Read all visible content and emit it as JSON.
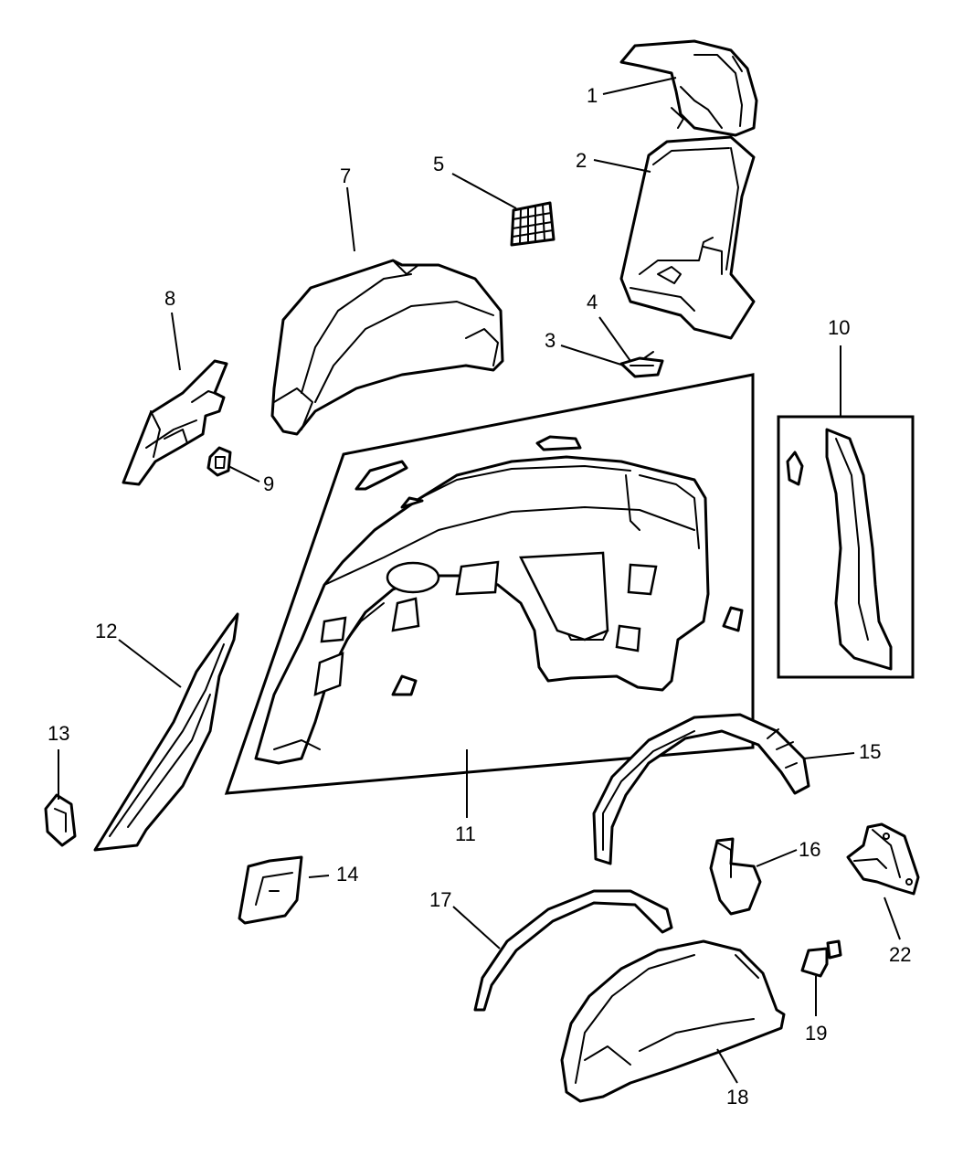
{
  "diagram": {
    "callouts": [
      {
        "id": "1",
        "label": "1"
      },
      {
        "id": "2",
        "label": "2"
      },
      {
        "id": "3",
        "label": "3"
      },
      {
        "id": "4",
        "label": "4"
      },
      {
        "id": "5",
        "label": "5"
      },
      {
        "id": "7",
        "label": "7"
      },
      {
        "id": "8",
        "label": "8"
      },
      {
        "id": "9",
        "label": "9"
      },
      {
        "id": "10",
        "label": "10"
      },
      {
        "id": "11",
        "label": "11"
      },
      {
        "id": "12",
        "label": "12"
      },
      {
        "id": "13",
        "label": "13"
      },
      {
        "id": "14",
        "label": "14"
      },
      {
        "id": "15",
        "label": "15"
      },
      {
        "id": "16",
        "label": "16"
      },
      {
        "id": "17",
        "label": "17"
      },
      {
        "id": "18",
        "label": "18"
      },
      {
        "id": "19",
        "label": "19"
      },
      {
        "id": "22",
        "label": "22"
      }
    ]
  }
}
